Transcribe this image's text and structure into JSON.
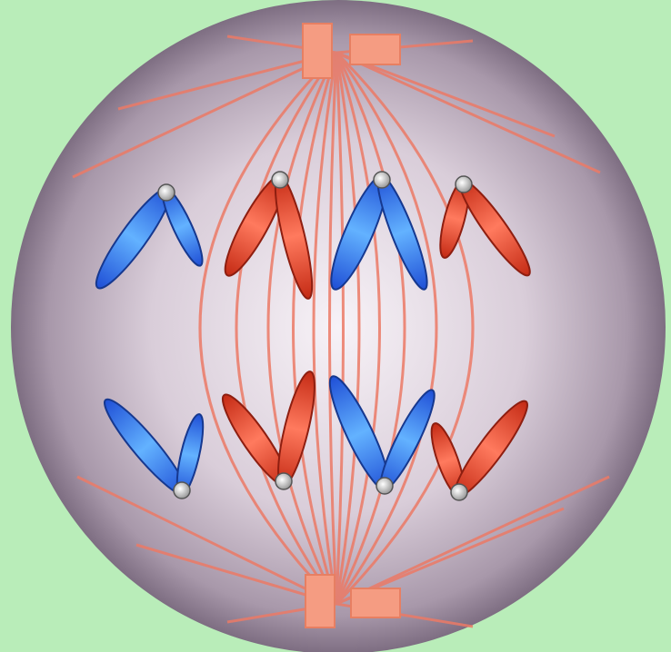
{
  "colors": {
    "background": "#b9edb9",
    "cell_light": "#f4eef4",
    "cell_mid": "#ccc0cc",
    "cell_dark": "#7f6f84",
    "spindle": "#ec7a66",
    "centriole": "#f59c82",
    "blue_dark": "#1f4fd6",
    "blue_light": "#63b2ff",
    "red_dark": "#d9331c",
    "red_light": "#ff7a5e",
    "centromere": "#c7c7c7"
  },
  "chromosome_pairs": [
    {
      "color": "blue",
      "orientation": "up"
    },
    {
      "color": "red",
      "orientation": "up"
    },
    {
      "color": "blue",
      "orientation": "up"
    },
    {
      "color": "red",
      "orientation": "up"
    },
    {
      "color": "blue",
      "orientation": "down"
    },
    {
      "color": "red",
      "orientation": "down"
    },
    {
      "color": "blue",
      "orientation": "down"
    },
    {
      "color": "red",
      "orientation": "down"
    }
  ]
}
